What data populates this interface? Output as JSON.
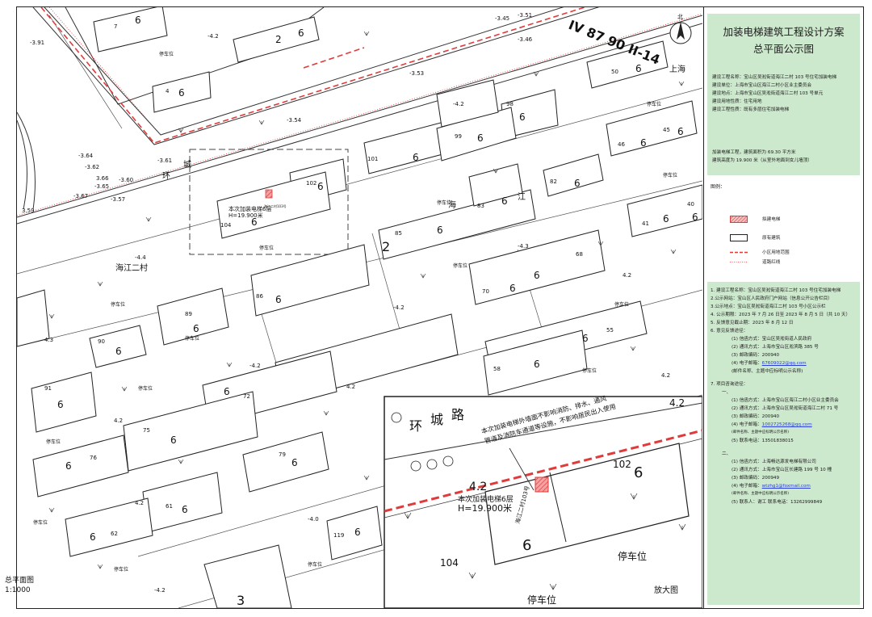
{
  "panel": {
    "title_line1": "加装电梯建筑工程设计方案",
    "title_line2": "总平面公示图",
    "project_info": [
      "建设工程名称：宝山区吴淞街道海江二村 103 号住宅加装电梯",
      "建设单位：上海市宝山区海江二村小区业主委员会",
      "建设地点：上海市宝山区吴淞街道海江二村 103 号单元",
      "建设用地性质：住宅用地",
      "建设工程性质：既有多层住宅加装电梯"
    ],
    "scale_info": [
      "加装电梯工程，建筑面积为 69.30 平方米",
      "建筑高度为 19.900 米（从室外地面到女儿墙顶）"
    ],
    "legend_title": "图例：",
    "legend": [
      {
        "label": "拟建电梯",
        "type": "hatched",
        "color": "#e03b3b"
      },
      {
        "label": "原有建筑",
        "type": "box",
        "color": "#222222"
      },
      {
        "label": "小区用地范围",
        "type": "dash",
        "color": "#e03b3b"
      },
      {
        "label": "道路红线",
        "type": "dot",
        "color": "#e03b3b"
      }
    ],
    "notice": [
      "1. 建设工程名称：宝山区吴淞街道海江二村 103 号住宅加装电梯",
      "2.公示网站：宝山区人民政府门户网站（信息公开公告栏目）",
      "3.公示地点：宝山区吴淞街道海江二村 103 号小区公示栏",
      "4. 公示期限：2023 年 7 月 26 日至 2023 年 8 月 5 日（共 10 天）",
      "5. 反馈意见截止期：2023 年 8 月 12 日",
      "6. 意见反馈途径："
    ],
    "feedback": [
      "(1) 信函方式：宝山区吴淞街道人民政府",
      "(2) 通讯方式：上海市宝山区淞滨路 385 号",
      "(3) 邮政编码：200940"
    ],
    "feedback_email_label": "(4) 电子邮箱：",
    "feedback_email": "67609022@qq.com",
    "feedback_note": "(邮件名称、主题中应标明公示名称)",
    "consult_title": "7. 项目咨询途径：",
    "consult_one": "一、",
    "consult_one_items": [
      "(1) 信函方式：上海市宝山区海江二村小区业主委员会",
      "(2) 通讯方式：上海市宝山区吴淞街道海江二村 71 号",
      "(3) 邮政编码：200940"
    ],
    "consult_one_email_label": "(4) 电子邮箱：",
    "consult_one_email": "1002725268@qq.com",
    "consult_one_note": "(邮件名称、主题中应标明公示名称)",
    "consult_one_phone": "(5) 联系电话：13501838015",
    "consult_two": "二、",
    "consult_two_items": [
      "(1) 信函方式：上海畅达源发电梯有限公司",
      "(2) 通讯方式：上海市宝山区长建路 199 号 10 幢",
      "(3) 邮政编码：200949"
    ],
    "consult_two_email_label": "(4) 电子邮箱：",
    "consult_two_email": "wtzhg1@foxmail.com",
    "consult_two_note": "(邮件名称、主题中应标明公示名称)",
    "consult_two_contact": "(5) 联系人：谢工  联系电话：13262999849"
  },
  "map": {
    "label": "总平面图",
    "scale": "1:1000",
    "zoom_label": "放大图",
    "north": "北",
    "sheet_code": "IV 87 90 II-14",
    "city": "上海",
    "road_chars": [
      "环",
      "城",
      "路"
    ],
    "sea_chars": [
      "海",
      "江"
    ],
    "community": "海江二村",
    "parking": "停车位",
    "elevations": [
      "-3.91",
      "-4.2",
      "-3.45",
      "-3.51",
      "-3.46",
      "-3.53",
      "-3.54",
      "-3.64",
      "-3.62",
      "-3.61",
      "3.66",
      "-3.60",
      "-3.65",
      "-3.67",
      "-3.57",
      "3.59",
      "-4.4",
      "4.3",
      "-4.2",
      "-4.2",
      "4.2",
      "-4.3",
      "4.2",
      "-4.2",
      "4.2",
      "-4.0",
      "4.2",
      "-4.2",
      "4.2"
    ],
    "buildings": [
      {
        "no": "7",
        "floors": "6"
      },
      {
        "no": "2",
        "floors": "6"
      },
      {
        "no": "4",
        "floors": "6"
      },
      {
        "no": "50",
        "floors": "6"
      },
      {
        "no": "98",
        "floors": "6"
      },
      {
        "no": "46",
        "floors": "6"
      },
      {
        "no": "45",
        "floors": "6"
      },
      {
        "no": "101",
        "floors": "6"
      },
      {
        "no": "99",
        "floors": "6"
      },
      {
        "no": "102",
        "floors": "6"
      },
      {
        "no": "104",
        "floors": "6"
      },
      {
        "no": "83",
        "floors": "6"
      },
      {
        "no": "82",
        "floors": "6"
      },
      {
        "no": "85",
        "floors": "6"
      },
      {
        "no": "41",
        "floors": "6"
      },
      {
        "no": "40",
        "floors": "6"
      },
      {
        "no": "68",
        "floors": "6"
      },
      {
        "no": "86",
        "floors": "6"
      },
      {
        "no": "70",
        "floors": "6"
      },
      {
        "no": "89",
        "floors": "6"
      },
      {
        "no": "55",
        "floors": "6"
      },
      {
        "no": "90",
        "floors": "6"
      },
      {
        "no": "58",
        "floors": "6"
      },
      {
        "no": "91",
        "floors": "6"
      },
      {
        "no": "72",
        "floors": "6"
      },
      {
        "no": "75",
        "floors": "6"
      },
      {
        "no": "76",
        "floors": "6"
      },
      {
        "no": "79",
        "floors": "6"
      },
      {
        "no": "61",
        "floors": "6"
      },
      {
        "no": "62",
        "floors": "6"
      },
      {
        "no": "119",
        "floors": "6"
      }
    ],
    "big_labels": [
      "2",
      "3"
    ],
    "red_annotation": [
      "本次加装电梯6层",
      "H=19.900米"
    ],
    "unit_label": "海江二村103号",
    "zoom_annotation": [
      "本次加装电梯外墙面不影响消防、排水、通风",
      "管道及消防车通道等设施，不影响居民出入使用"
    ],
    "zoom_elevation": "4.2",
    "zoom_elevation_right": "4.2",
    "zoom_unit_102": "102",
    "zoom_unit_104": "104",
    "zoom_floors": "6",
    "zoom_parking": "停车位"
  }
}
